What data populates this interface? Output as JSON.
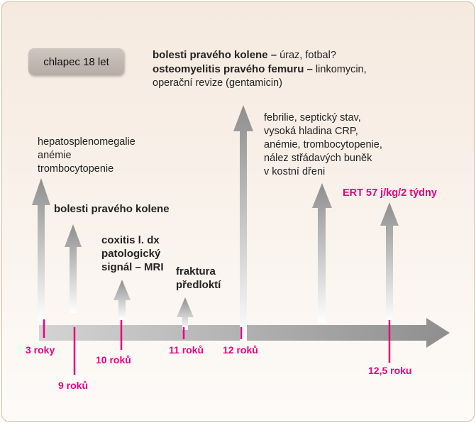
{
  "badge": "chlapec 18 let",
  "top_note": {
    "line1_bold": "bolesti pravého kolene –",
    "line1_rest": " úraz, fotbal?",
    "line2_bold": "osteomyelitis pravého femuru –",
    "line2_rest": " linkomycin,",
    "line3": "operační revize (gentamicin)"
  },
  "notes": {
    "age3": [
      "hepatosplenomegalie",
      "anémie",
      "trombocytopenie"
    ],
    "age9": "bolesti pravého kolene",
    "age10": [
      "coxitis l. dx",
      "patologický",
      "signál – MRI"
    ],
    "age11": [
      "fraktura",
      "předloktí"
    ],
    "age12": [
      "febrilie, septický stav,",
      "vysoká hladina CRP,",
      "anémie, trombocytopenie,",
      "nález střádavých buněk",
      "v kostní dřeni"
    ],
    "age12_5": "ERT 57 j/kg/2 týdny"
  },
  "ages": [
    "3 roky",
    "9 roků",
    "10 roků",
    "11 roků",
    "12 roků",
    "12,5 roku"
  ],
  "colors": {
    "accent": "#e6007e",
    "arrow": "#9c9c9c"
  }
}
